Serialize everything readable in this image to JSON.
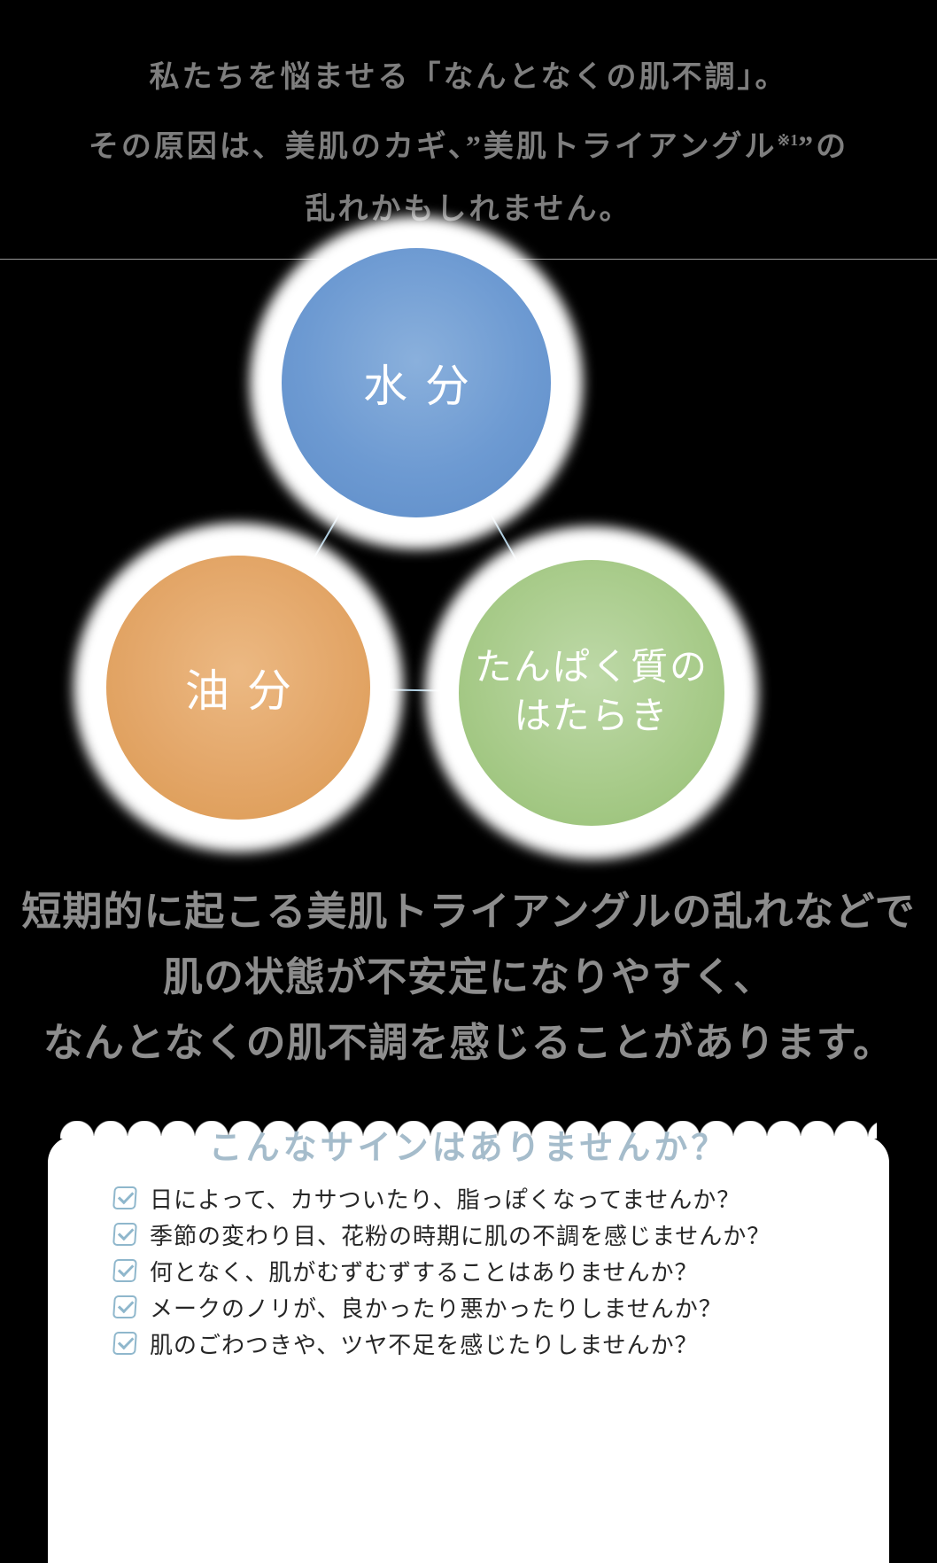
{
  "intro": {
    "line1": "私たちを悩ませる「なんとなくの肌不調」。",
    "line2_pre": "その原因は、美肌のカギ、”美肌トライアングル",
    "line2_sup": "※1",
    "line2_post": "”の",
    "line3": "乱れかもしれません。"
  },
  "triangle": {
    "water_label": "水分",
    "oil_label": "油分",
    "protein_label_line1": "たんぱく質の",
    "protein_label_line2": "はたらき"
  },
  "body": {
    "lines": {
      "0": "短期的に起こる美肌トライアングルの乱れなどで",
      "1": "肌の状態が不安定になりやすく、",
      "2": "なんとなくの肌不調を感じることがあります。"
    }
  },
  "checklist": {
    "title": "こんなサインはありませんか？",
    "items": {
      "0": "日によって、カサついたり、脂っぽくなってませんか？",
      "1": "季節の変わり目、花粉の時期に肌の不調を感じませんか？",
      "2": "何となく、肌がむずむずすることはありませんか？",
      "3": "メークのノリが、良かったり悪かったりしませんか？",
      "4": "肌のごわつきや、ツヤ不足を感じたりしませんか？"
    }
  },
  "colors": {
    "background": "#000000",
    "intro_text": "#7e7e7e",
    "body_text": "#8d8d8d",
    "water_blue": "#6d9ad2",
    "oil_orange": "#e3a668",
    "protein_green": "#a8cb8a",
    "triangle_line": "#a9cade",
    "panel_background": "#ffffff",
    "panel_title": "#a5bccb",
    "checkbox_blue": "#8fb7cc",
    "checklist_text": "#262626"
  }
}
